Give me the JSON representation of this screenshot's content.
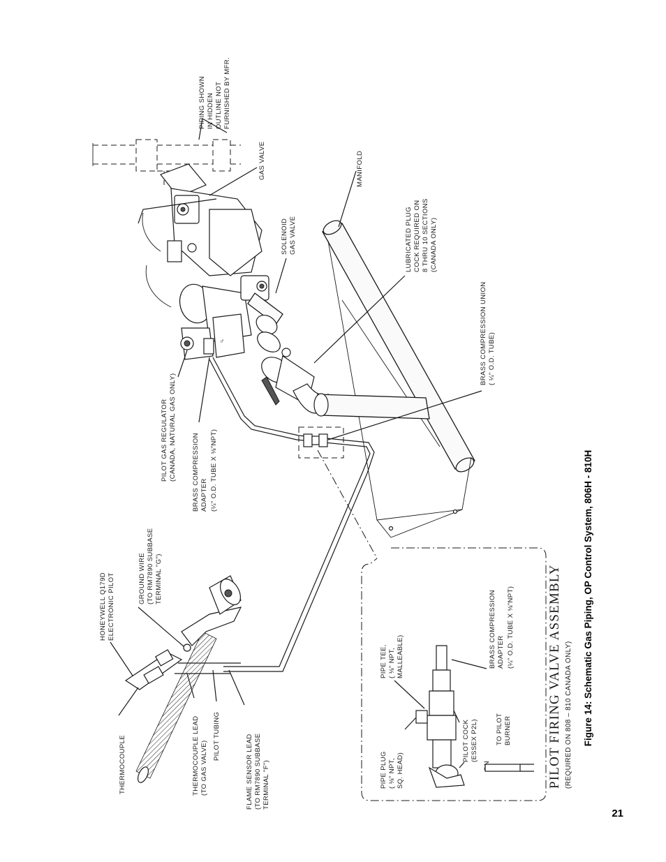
{
  "labels": {
    "piping_hidden": [
      "PIPING SHOWN",
      "IN HIDDEN",
      "OUTLINE NOT",
      "FURNISHED BY MFR."
    ],
    "gas_valve": "GAS VALVE",
    "manifold": "MANIFOLD",
    "solenoid": [
      "SOLENOID",
      "GAS VALVE"
    ],
    "lubricated_plug": [
      "LUBRICATED PLUG",
      "COCK REQUIRED ON",
      "8 THRU 10 SECTIONS",
      "(CANADA ONLY)"
    ],
    "brass_union": [
      "BRASS COMPRESSION UNION",
      "( ¼\" O.D. TUBE)"
    ],
    "pilot_regulator": [
      "PILOT GAS REGULATOR",
      "(CANADA, NATURAL GAS ONLY)"
    ],
    "brass_adapter": [
      "BRASS COMPRESSION",
      "ADAPTER",
      "(¼\" O.D. TUBE X ⅛\"NPT)"
    ],
    "honeywell": [
      "HONEYWELL Q179D",
      "ELECTRONIC PILOT"
    ],
    "ground_wire": [
      "GROUND WIRE",
      "(TO RM7890 SUBBASE",
      "TERMINAL \"G\")"
    ],
    "thermocouple": "THERMOCOUPLE",
    "thermocouple_lead": [
      "THERMOCOUPLE LEAD",
      "(TO GAS VALVE)"
    ],
    "pilot_tubing": "PILOT TUBING",
    "flame_sensor": [
      "FLAME SENSOR LEAD",
      "(TO RM7890 SUBBASE",
      "TERMINAL \"F\")"
    ],
    "pipe_plug": [
      "PIPE PLUG",
      "( ⅛\" NPT,",
      "SQ. HEAD)"
    ],
    "pipe_tee": [
      "PIPE TEE,",
      "( ⅛\" NPT,",
      "MALLEABLE)"
    ],
    "pilot_cock": [
      "PILOT COCK",
      "(ESSEX P2L)"
    ],
    "to_pilot": [
      "TO PILOT",
      "BURNER"
    ],
    "inset_adapter": [
      "BRASS COMPRESSION",
      "ADAPTER",
      "(¼\" O.D. TUBE X ⅛\"NPT)"
    ],
    "on_mark": "ON"
  },
  "inset": {
    "title": "PILOT FIRING VALVE ASSEMBLY",
    "subtitle": "(REQUIRED ON 808 – 810 CANADA ONLY)"
  },
  "caption": "Figure 14:  Schematic Gas Piping, OP Control System, 806H - 810H",
  "page_number": "21"
}
